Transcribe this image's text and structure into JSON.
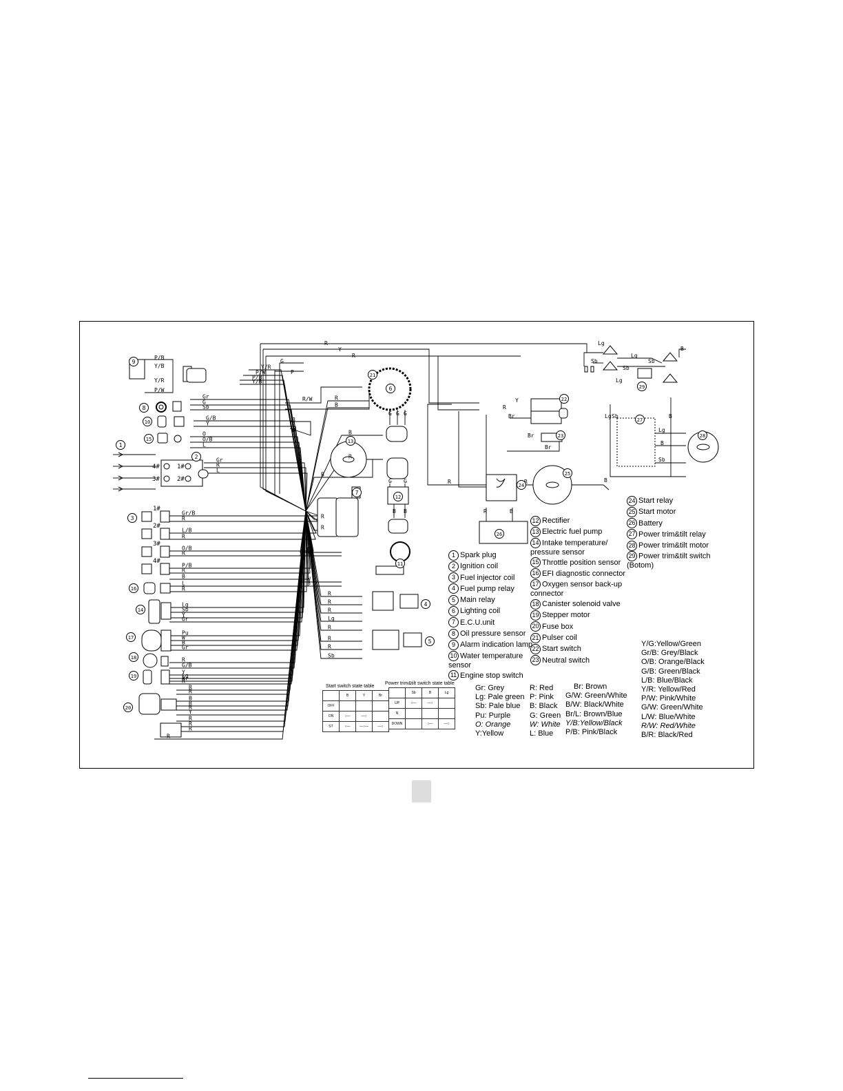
{
  "components_left": [
    {
      "label": "Spark plug"
    },
    {
      "label": "Ignition coil"
    },
    {
      "label": "Fuel injector coil"
    },
    {
      "label": "Fuel pump relay"
    },
    {
      "label": "Main relay"
    },
    {
      "label": "Lighting coil"
    },
    {
      "label": "E.C.U.unit"
    },
    {
      "label": "Oil pressure sensor"
    },
    {
      "label": "Alarm indication lamp"
    },
    {
      "label": "Water temperature sensor"
    },
    {
      "label": "Engine stop switch"
    }
  ],
  "components_mid": [
    {
      "label": "Rectifier"
    },
    {
      "label": "Electric fuel pump"
    },
    {
      "label": "Intake temperature/ pressure sensor"
    },
    {
      "label": "Throttle position sensor"
    },
    {
      "label": "EFI diagnostic connector"
    },
    {
      "label": "Oxygen sensor back-up connector"
    },
    {
      "label": "Canister solenoid valve"
    },
    {
      "label": "Stepper motor"
    },
    {
      "label": "Fuse box"
    },
    {
      "label": "Pulser coil"
    },
    {
      "label": "Start switch"
    },
    {
      "label": "Neutral switch"
    }
  ],
  "components_right": [
    {
      "label": "Start relay"
    },
    {
      "label": "Start motor"
    },
    {
      "label": "Battery"
    },
    {
      "label": "Power trim&tilt relay"
    },
    {
      "label": "Power trim&tilt motor"
    },
    {
      "label": "Power trim&tilt switch (Botom)"
    }
  ],
  "tables": {
    "start_title": "Start switch state table",
    "start_cols": [
      "B",
      "Y",
      "Br"
    ],
    "start_rows": [
      "OFF",
      "ON",
      "ST"
    ],
    "trim_title": "Power trim&tilt switch state table",
    "trim_cols": [
      "Sb",
      "B",
      "Lg"
    ],
    "trim_rows": [
      "UP",
      "N",
      "DOWN"
    ]
  },
  "colors_col1": [
    "Gr: Grey",
    "Lg: Pale green",
    "Sb: Pale blue",
    "Pu: Purple",
    "O: Orange",
    "Y:Yellow"
  ],
  "colors_col2": [
    "R: Red",
    "P: Pink",
    "B: Black",
    "G: Green",
    "W: White",
    "L: Blue"
  ],
  "colors_col3": [
    "Br: Brown",
    "G/W: Green/White",
    "B/W: Black/White",
    "Br/L: Brown/Blue",
    "Y/B:Yellow/Black",
    "P/B: Pink/Black"
  ],
  "colors_col4": [
    "Y/G:Yellow/Green",
    "Gr/B: Grey/Black",
    "O/B: Orange/Black",
    "G/B: Green/Black",
    "L/B: Blue/Black",
    "Y/R: Yellow/Red",
    "P/W: Pink/White",
    "G/W: Green/White",
    "L/W: Blue/White",
    "R/W: Red/White",
    "B/R: Black/Red"
  ],
  "wire_labels": {
    "R": "R",
    "Y": "Y",
    "G": "G",
    "P": "P",
    "B": "B",
    "W": "W",
    "L": "L",
    "Lg": "Lg",
    "Sb": "Sb",
    "Gr": "Gr",
    "Br": "Br",
    "Pu": "Pu",
    "YR": "Y/R",
    "PW": "P/W",
    "PB": "P/B",
    "YB": "Y/B",
    "RW": "R/W",
    "GB": "G/B",
    "OB": "O/B",
    "GrB": "Gr/B",
    "LB": "L/B"
  },
  "connector_labels": {
    "c1": "1#",
    "c2": "2#",
    "c3": "3#",
    "c4": "4#"
  }
}
